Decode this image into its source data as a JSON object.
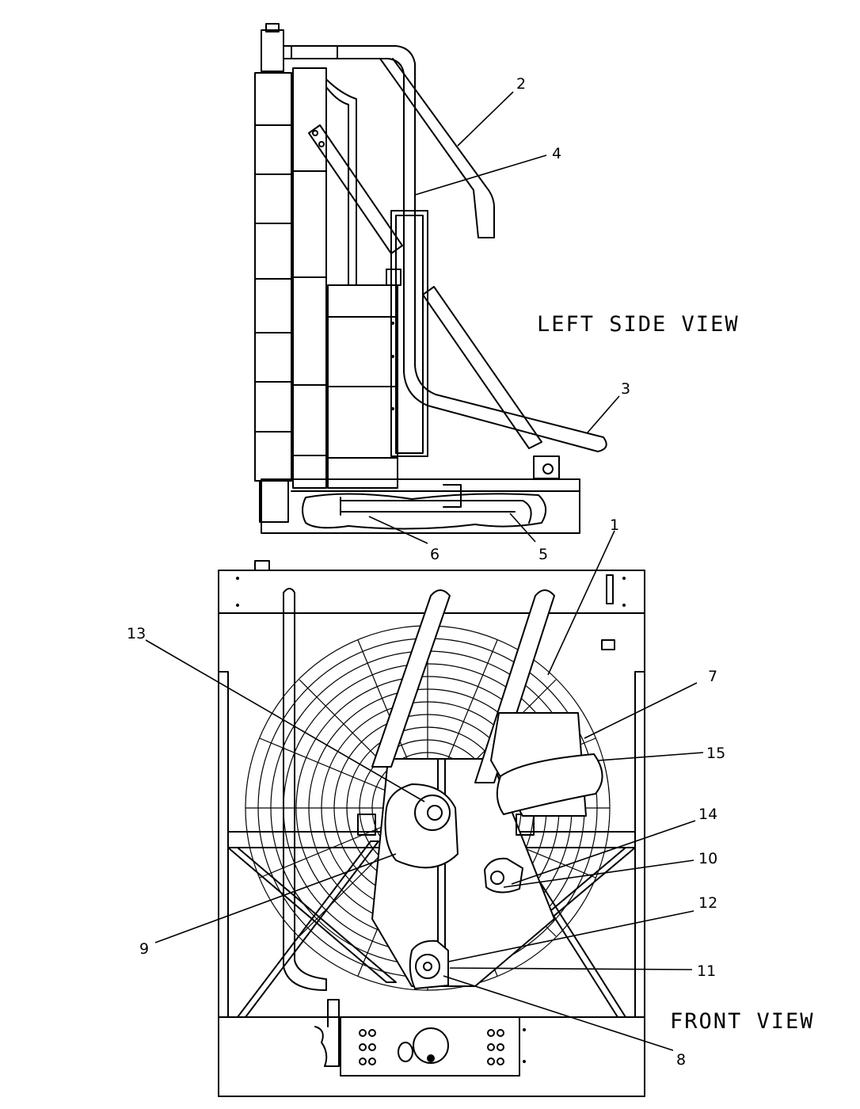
{
  "views": {
    "side": {
      "title": "LEFT SIDE VIEW"
    },
    "front": {
      "title": "FRONT VIEW"
    }
  },
  "callouts": [
    {
      "id": "1",
      "label": "1"
    },
    {
      "id": "2",
      "label": "2"
    },
    {
      "id": "3",
      "label": "3"
    },
    {
      "id": "4",
      "label": "4"
    },
    {
      "id": "5",
      "label": "5"
    },
    {
      "id": "6",
      "label": "6"
    },
    {
      "id": "7",
      "label": "7"
    },
    {
      "id": "8",
      "label": "8"
    },
    {
      "id": "9",
      "label": "9"
    },
    {
      "id": "10",
      "label": "10"
    },
    {
      "id": "11",
      "label": "11"
    },
    {
      "id": "12",
      "label": "12"
    },
    {
      "id": "13",
      "label": "13"
    },
    {
      "id": "14",
      "label": "14"
    },
    {
      "id": "15",
      "label": "15"
    }
  ]
}
